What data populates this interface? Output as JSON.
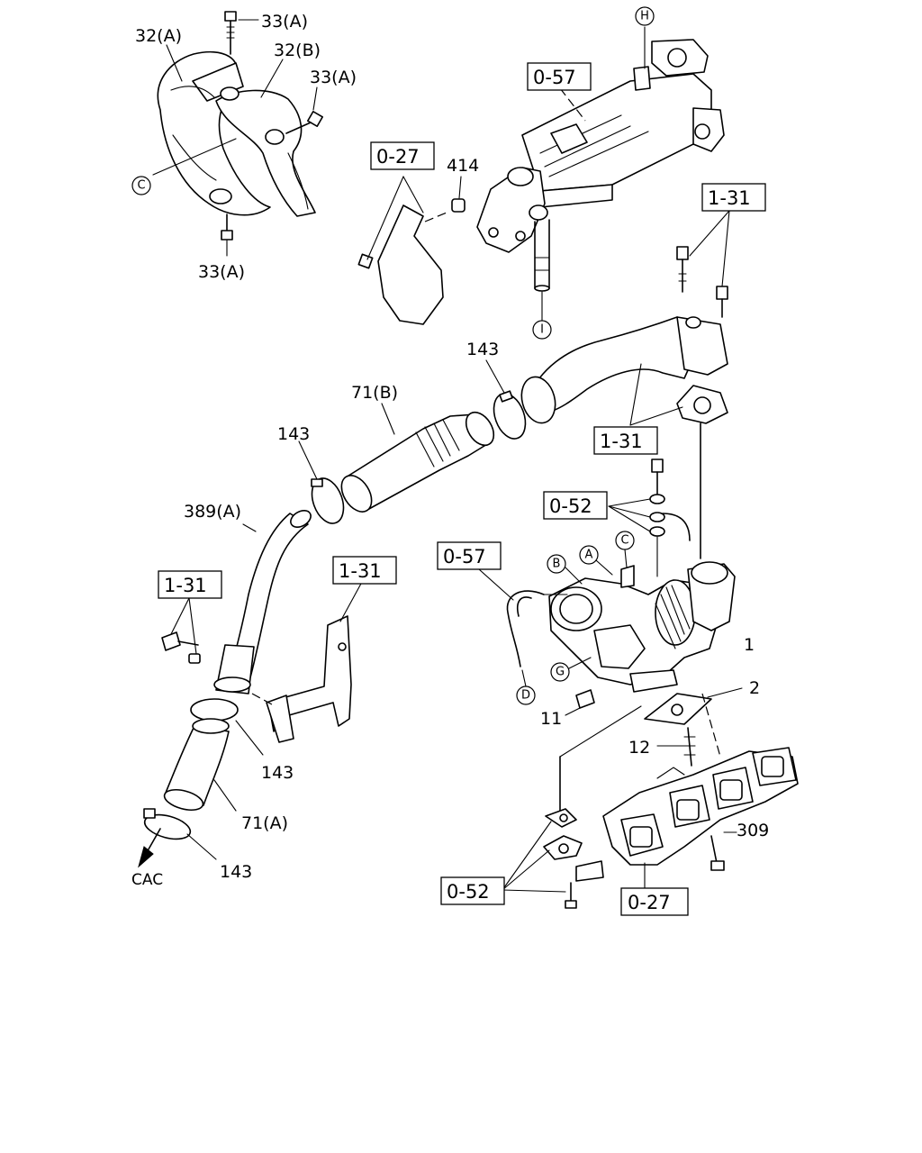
{
  "callouts": {
    "p32a": "32(A)",
    "p32b": "32(B)",
    "p33a_top": "33(A)",
    "p33a_mid": "33(A)",
    "p33a_bot": "33(A)",
    "p414": "414",
    "p143_top": "143",
    "p71b": "71(B)",
    "p143_mid": "143",
    "p389a": "389(A)",
    "p143_low": "143",
    "p71a": "71(A)",
    "p143_bot": "143",
    "cac": "CAC",
    "p1": "1",
    "p2": "2",
    "p11": "11",
    "p12": "12",
    "p309": "309"
  },
  "references": {
    "r057_top": "0-57",
    "r027_top": "0-27",
    "r131_top": "1-31",
    "r131_mid": "1-31",
    "r052_mid": "0-52",
    "r057_mid": "0-57",
    "r131_bracket": "1-31",
    "r131_left": "1-31",
    "r052_bot": "0-52",
    "r027_bot": "0-27"
  },
  "circle_markers": {
    "c_left": "C",
    "h_top": "H",
    "i_bottom": "I",
    "a_turbo": "A",
    "b_turbo": "B",
    "c_turbo": "C",
    "g_turbo": "G",
    "d_turbo": "D"
  }
}
